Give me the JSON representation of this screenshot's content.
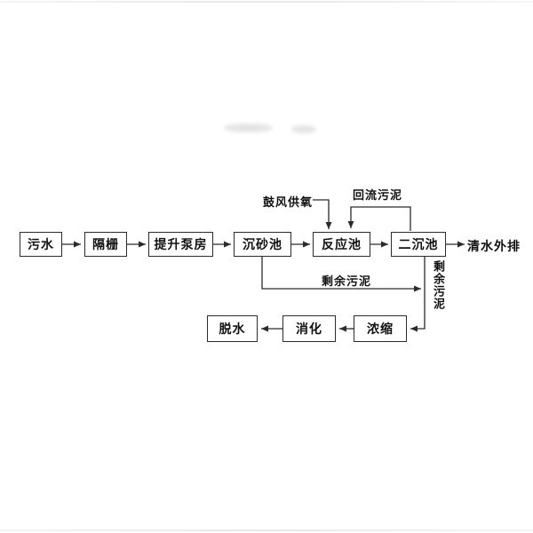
{
  "diagram": {
    "type": "flowchart",
    "background": "#ffffff",
    "line_color": "#2b2b2b",
    "text_color": "#111111",
    "nodes": {
      "wastewater": {
        "label": "污水"
      },
      "bar_screen": {
        "label": "隔栅"
      },
      "lift_pump_station": {
        "label": "提升泵房"
      },
      "grit_chamber": {
        "label": "沉砂池"
      },
      "reaction_tank": {
        "label": "反应池"
      },
      "secondary_clarifier": {
        "label": "二沉池"
      },
      "thickener": {
        "label": "浓缩"
      },
      "digester": {
        "label": "消化"
      },
      "dewatering": {
        "label": "脱水"
      }
    },
    "edge_labels": {
      "blower_oxygen_supply": "鼓风供氧",
      "return_sludge": "回流污泥",
      "excess_sludge": "剩余污泥",
      "excess_sludge_vertical": "剩余污泥",
      "effluent_discharge": "清水外排"
    },
    "edges": [
      {
        "from": "wastewater",
        "to": "bar_screen"
      },
      {
        "from": "bar_screen",
        "to": "lift_pump_station"
      },
      {
        "from": "lift_pump_station",
        "to": "grit_chamber"
      },
      {
        "from": "grit_chamber",
        "to": "reaction_tank"
      },
      {
        "from": "reaction_tank",
        "to": "secondary_clarifier"
      },
      {
        "from": "secondary_clarifier",
        "to": "effluent",
        "label": "清水外排"
      },
      {
        "from": "blower",
        "to": "reaction_tank",
        "label": "鼓风供氧"
      },
      {
        "from": "secondary_clarifier",
        "to": "reaction_tank",
        "label": "回流污泥"
      },
      {
        "from": "grit_chamber",
        "to": "thickener",
        "label": "剩余污泥"
      },
      {
        "from": "secondary_clarifier",
        "to": "thickener",
        "label": "剩余污泥"
      },
      {
        "from": "thickener",
        "to": "digester"
      },
      {
        "from": "digester",
        "to": "dewatering"
      }
    ]
  }
}
